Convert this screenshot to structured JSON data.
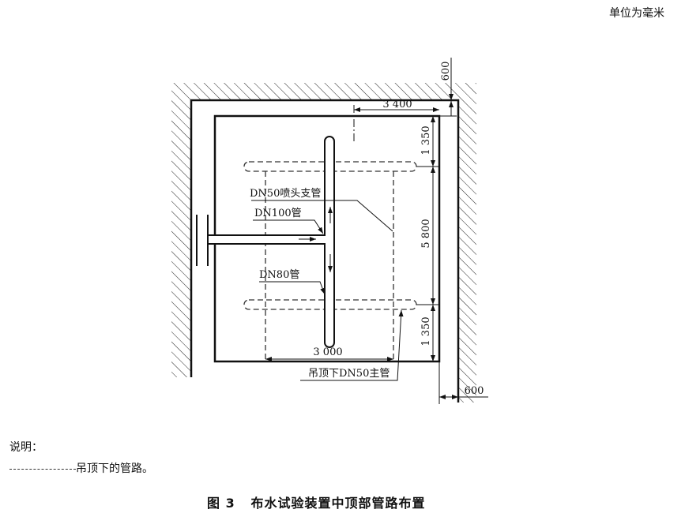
{
  "unit_note": "单位为毫米",
  "dimensions": {
    "top_offset": "600",
    "width_upper": "3 400",
    "side_upper": "1 350",
    "side_middle": "5 800",
    "side_lower": "1 350",
    "width_lower": "3 000",
    "right_offset": "600"
  },
  "labels": {
    "branch_pipe": "DN50喷头支管",
    "dn100": "DN100管",
    "dn80": "DN80管",
    "main_pipe": "吊顶下DN50主管"
  },
  "legend": {
    "title": "说明：",
    "dashed_line_desc": "吊顶下的管路。"
  },
  "caption": {
    "number": "图 3",
    "title": "布水试验装置中顶部管路布置"
  }
}
